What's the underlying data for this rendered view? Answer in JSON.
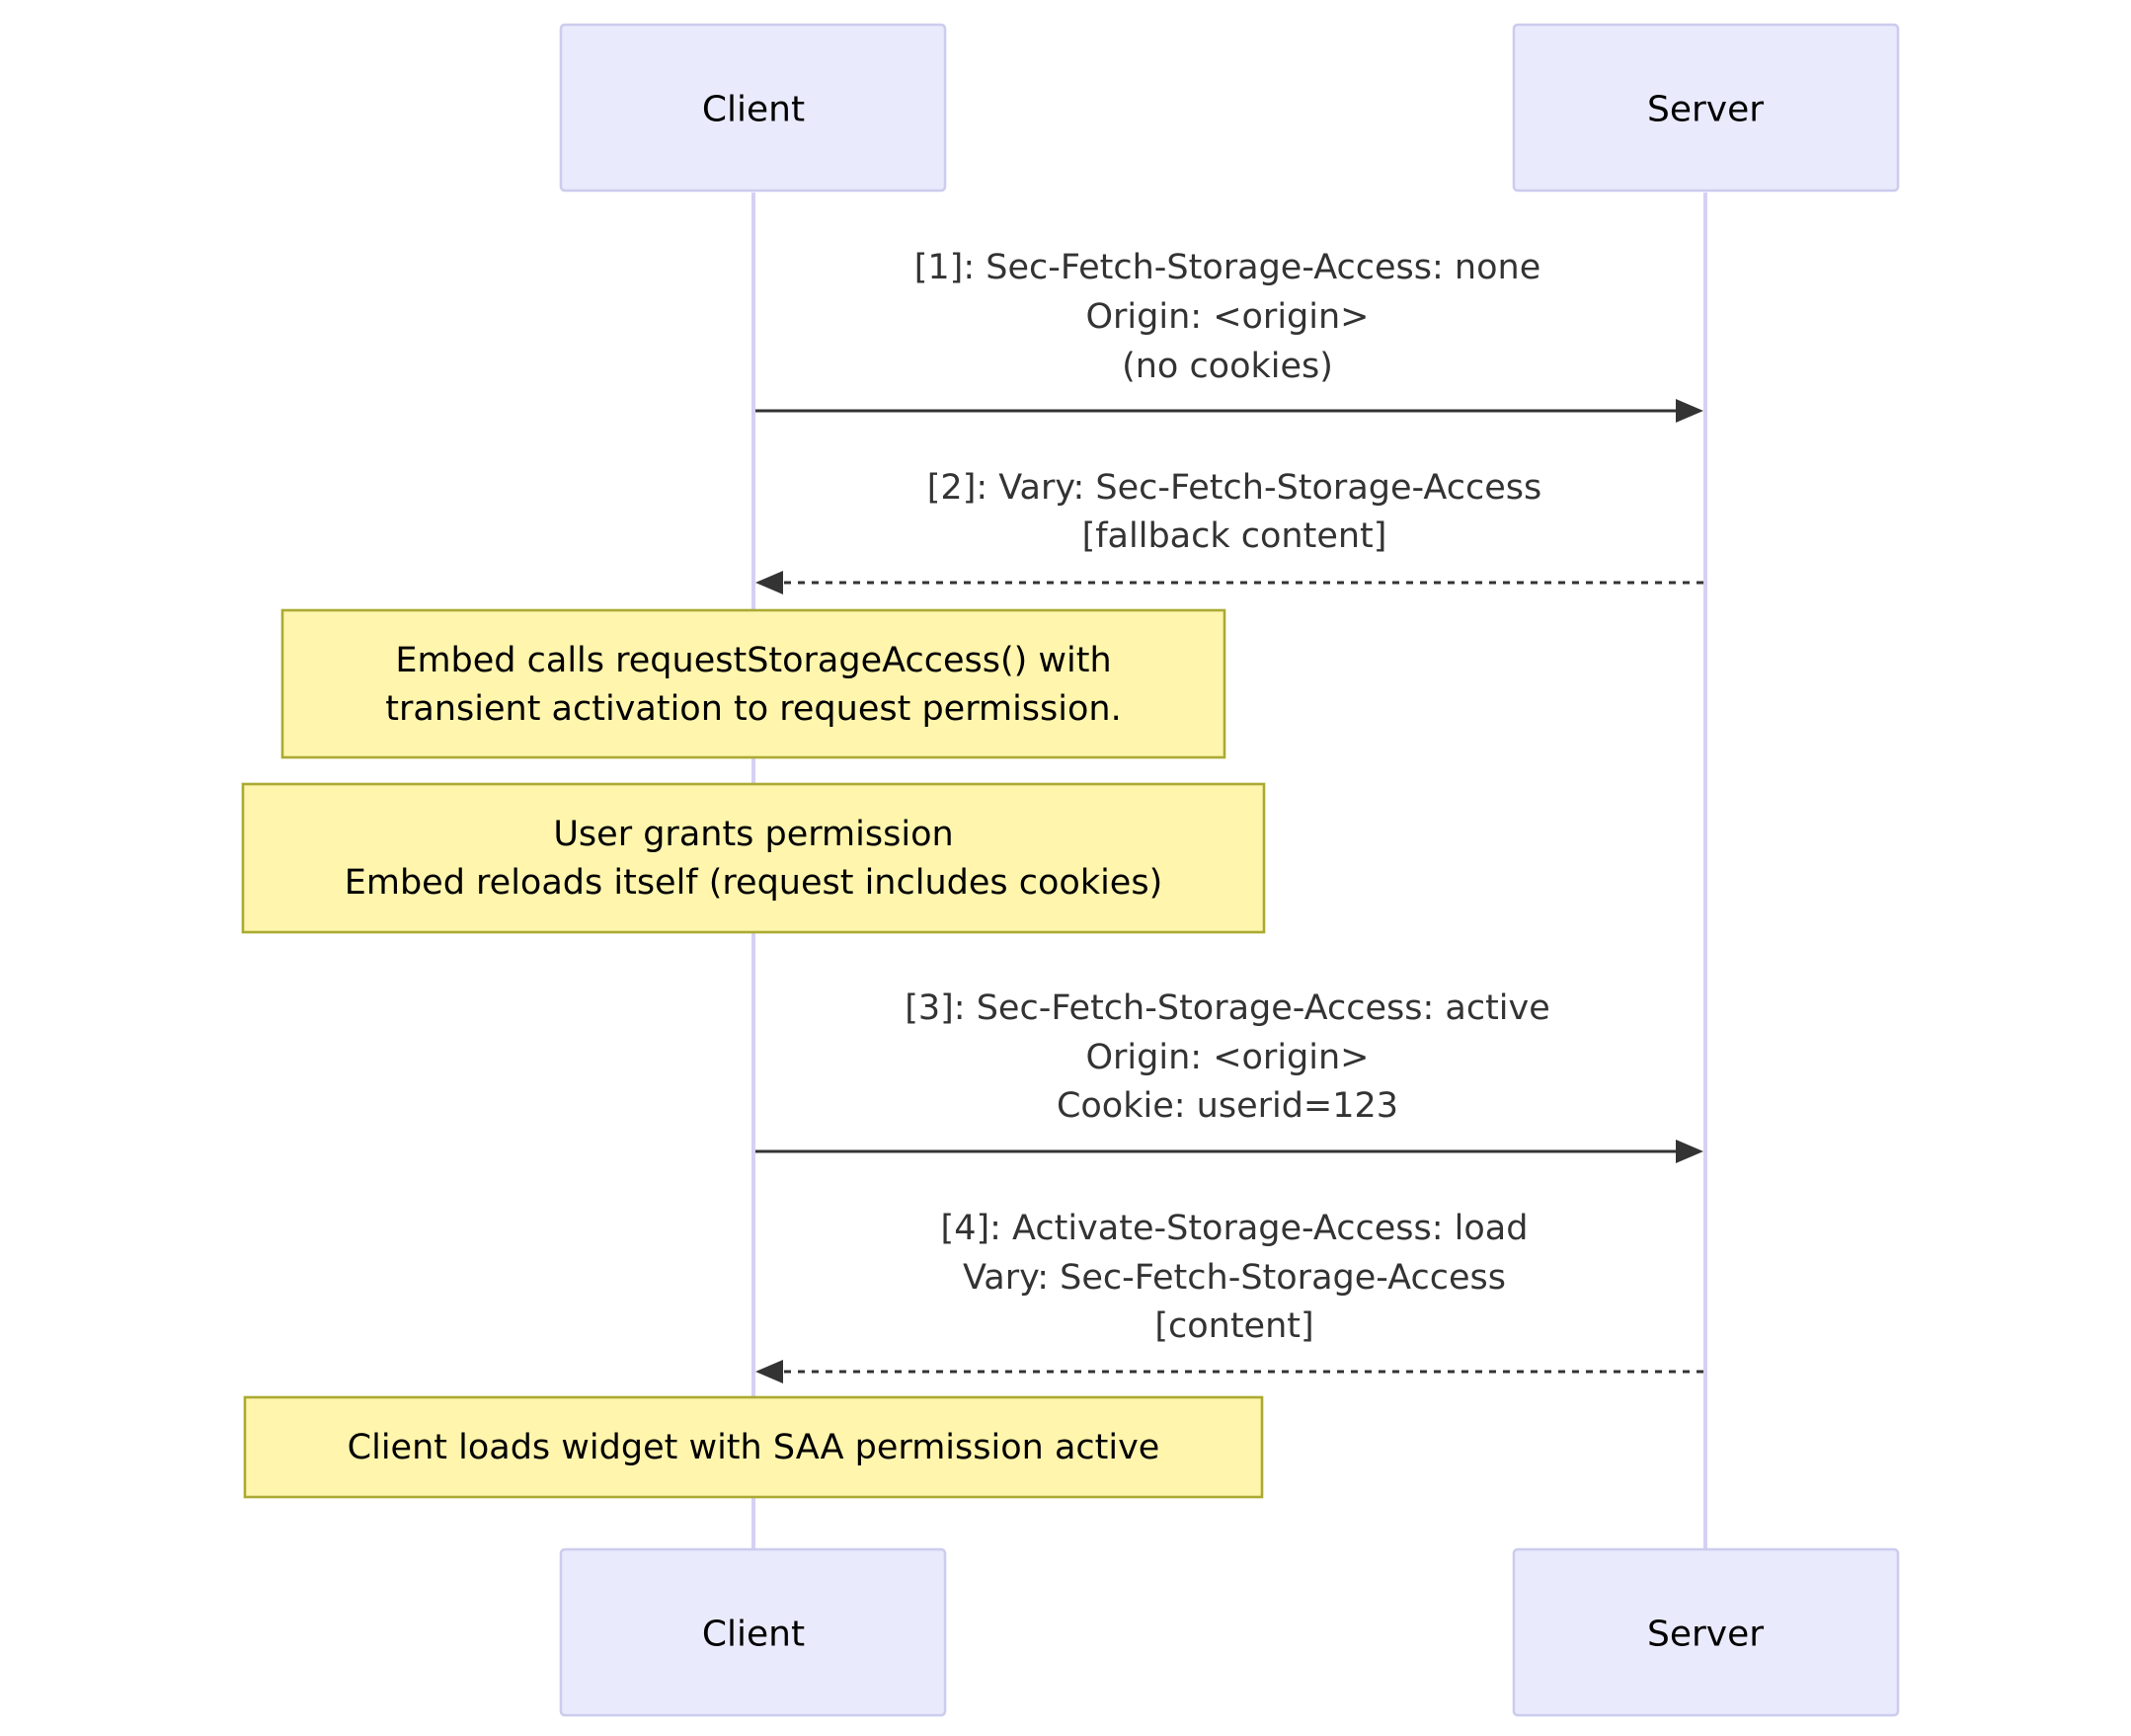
{
  "diagram_type": "sequence",
  "colors": {
    "actor_fill": "#eaeafd",
    "actor_border": "#ccccee",
    "lifeline": "#d6d0f3",
    "message": "#333333",
    "note_fill": "#fff5ad",
    "note_border": "#aaaa33"
  },
  "actors": [
    {
      "id": "client",
      "label": "Client"
    },
    {
      "id": "server",
      "label": "Server"
    }
  ],
  "messages": [
    {
      "id": "msg1",
      "from": "client",
      "to": "server",
      "style": "solid",
      "lines": [
        "[1]: Sec-Fetch-Storage-Access: none",
        "Origin: <origin>",
        "(no cookies)"
      ]
    },
    {
      "id": "msg2",
      "from": "server",
      "to": "client",
      "style": "dashed",
      "lines": [
        "[2]: Vary: Sec-Fetch-Storage-Access",
        "[fallback content]"
      ]
    },
    {
      "id": "msg3",
      "from": "client",
      "to": "server",
      "style": "solid",
      "lines": [
        "[3]: Sec-Fetch-Storage-Access: active",
        "Origin: <origin>",
        "Cookie: userid=123"
      ]
    },
    {
      "id": "msg4",
      "from": "server",
      "to": "client",
      "style": "dashed",
      "lines": [
        "[4]: Activate-Storage-Access: load",
        "Vary: Sec-Fetch-Storage-Access",
        "[content]"
      ]
    }
  ],
  "notes": [
    {
      "id": "note1",
      "over": "client",
      "lines": [
        "Embed calls requestStorageAccess() with",
        "transient activation to request permission."
      ]
    },
    {
      "id": "note2",
      "over": "client",
      "lines": [
        "User grants permission",
        "Embed reloads itself (request includes cookies)"
      ]
    },
    {
      "id": "note3",
      "over": "client",
      "lines": [
        "Client loads widget with SAA permission active"
      ]
    }
  ]
}
